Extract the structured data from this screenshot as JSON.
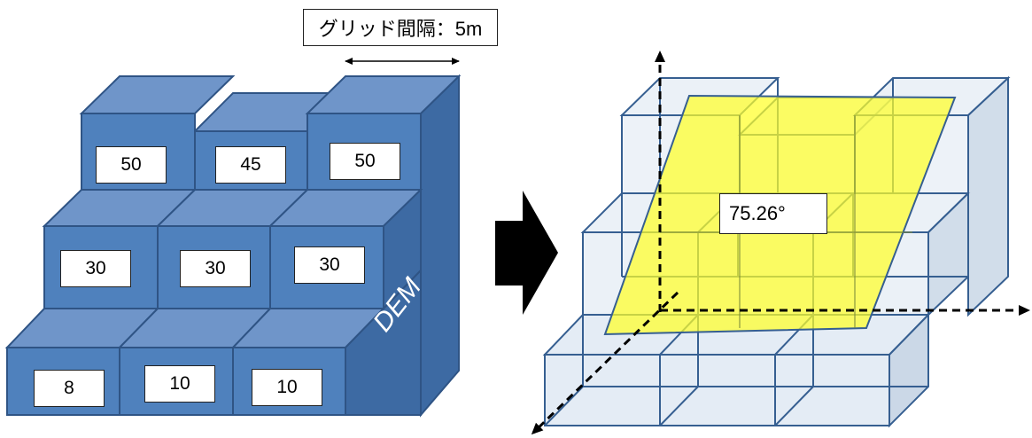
{
  "grid_caption": "グリッド間隔：5m",
  "dem_label": "DEM",
  "angle_label": "75.26°",
  "elevations": {
    "back": [
      "50",
      "45",
      "50"
    ],
    "middle": [
      "30",
      "30",
      "30"
    ],
    "front": [
      "8",
      "10",
      "10"
    ]
  },
  "colors": {
    "block_front": "#4f81bd",
    "block_top": "#6f95c9",
    "block_side": "#3d6aa3",
    "block_edge": "#2f5485",
    "plane_fill": "#ffff33",
    "cube_fill": "#dbe5f1",
    "cube_edge": "#365f91"
  }
}
